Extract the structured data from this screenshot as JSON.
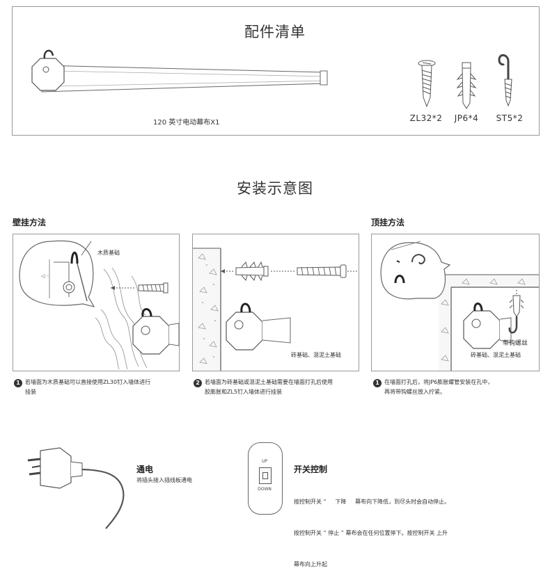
{
  "accessories": {
    "title": "配件清单",
    "screen_label": "120 英寸电动幕布X1",
    "items": [
      {
        "label": "ZL32*2",
        "icon": "screw-icon"
      },
      {
        "label": "JP6*4",
        "icon": "wall-plug-icon"
      },
      {
        "label": "ST5*2",
        "icon": "hook-screw-icon"
      }
    ]
  },
  "install": {
    "title": "安装示意图",
    "wall_heading": "壁挂方法",
    "ceiling_heading": "顶挂方法",
    "panel1": {
      "wood_label": "木质基础"
    },
    "panel2": {
      "brick_label": "砖基础、混泥土基础"
    },
    "panel3": {
      "hook_label": "带钩螺丝",
      "brick_label": "砖基础、混泥土基础"
    },
    "notes": [
      {
        "num": "1",
        "line1": "若墙面为木质基础可以直接使用ZL30钉入墙体进行",
        "line2": "挂装"
      },
      {
        "num": "2",
        "line1": "若墙面为砖基础或混泥土基础需要在墙面打孔后使用",
        "line2": "胶膨胀和ZL5钉入墙体进行挂装"
      },
      {
        "num": "1",
        "line1": "在墙面打孔后，将JP6膨胀螺管安装在孔中，",
        "line2": "再将带钩螺丝放入拧紧。"
      }
    ]
  },
  "power": {
    "title": "通电",
    "desc": "将插头接入插线板通电"
  },
  "switch": {
    "title": "开关控制",
    "up_label": "UP",
    "down_label": "DOWN",
    "line1": "按控制开关 “     下降     幕布向下降低，到尽头时会自动停止。",
    "line2": "按控制开关 “ 停止 ” 幕布会在任何位置停下。按控制开关 上升",
    "line3": "幕布向上升起"
  }
}
